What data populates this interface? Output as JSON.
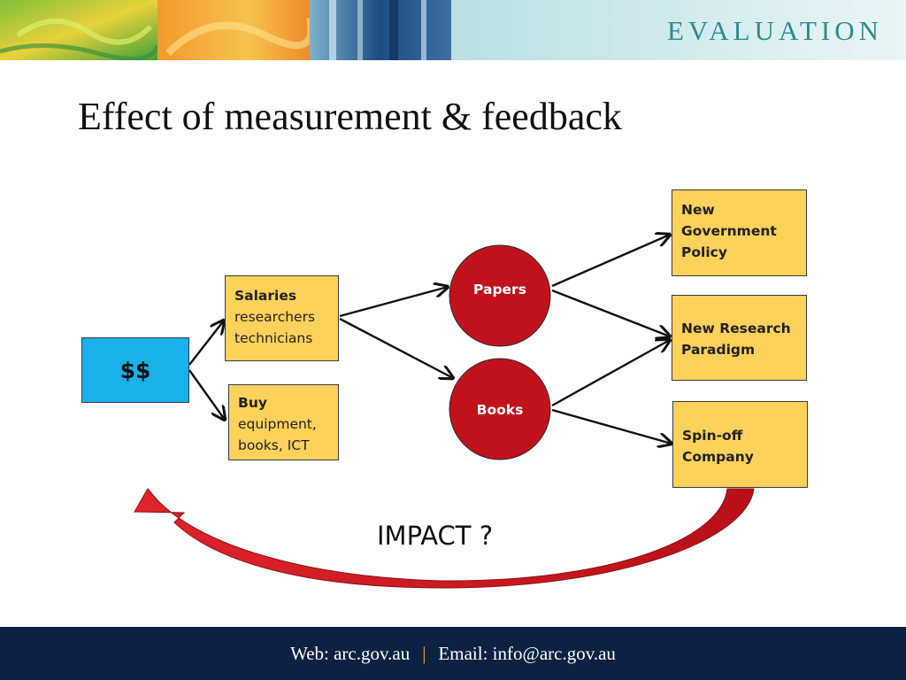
{
  "header": {
    "section_title": "EVALUATION"
  },
  "slide": {
    "title": "Effect of measurement & feedback"
  },
  "diagram": {
    "source": {
      "label": "$$"
    },
    "spending": [
      {
        "heading": "Salaries",
        "lines": [
          "researchers",
          "technicians"
        ]
      },
      {
        "heading": "Buy",
        "lines": [
          "equipment,",
          "books, ICT"
        ]
      }
    ],
    "outputs": [
      {
        "label": "Papers"
      },
      {
        "label": "Books"
      }
    ],
    "outcomes": [
      {
        "lines": [
          "New",
          "Government",
          "Policy"
        ]
      },
      {
        "lines": [
          "New Research",
          "Paradigm"
        ]
      },
      {
        "lines": [
          "Spin-off",
          "Company"
        ]
      }
    ],
    "feedback_label": "IMPACT ?",
    "colors": {
      "box": "#fdd15a",
      "source": "#1ab0ea",
      "circle": "#c1121b",
      "feedback_arrow": "#d6141c"
    }
  },
  "footer": {
    "web": "Web: arc.gov.au",
    "separator": "|",
    "email": "Email: info@arc.gov.au"
  }
}
